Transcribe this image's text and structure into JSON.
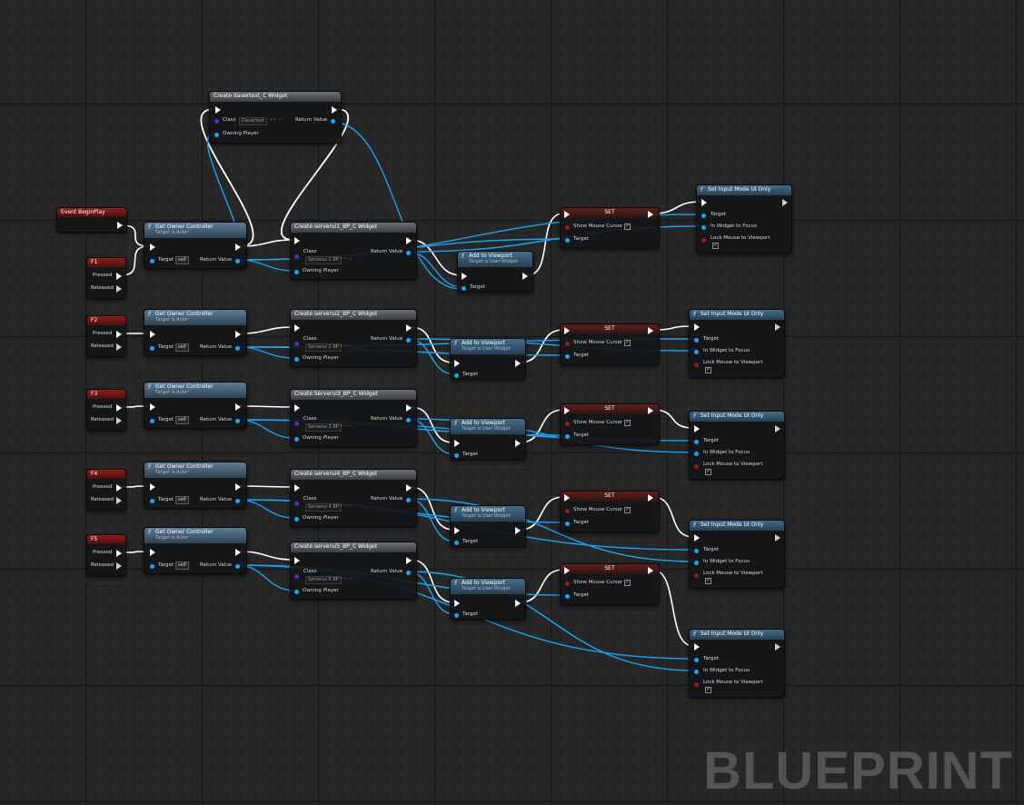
{
  "watermark": "BLUEPRINT",
  "colors": {
    "exec_wire": "#ffffff",
    "object_wire": "#1ca2f0",
    "bool_pin": "#9a1d1d",
    "class_pin": "#5c2ab8"
  },
  "event": {
    "title": "Event BeginPlay"
  },
  "keys": [
    {
      "title": "F1",
      "pressed": "Pressed",
      "released": "Released"
    },
    {
      "title": "F2",
      "pressed": "Pressed",
      "released": "Released"
    },
    {
      "title": "F3",
      "pressed": "Pressed",
      "released": "Released"
    },
    {
      "title": "F4",
      "pressed": "Pressed",
      "released": "Released"
    },
    {
      "title": "F5",
      "pressed": "Pressed",
      "released": "Released"
    }
  ],
  "get_owner": {
    "title": "Get Owner Controller",
    "subtitle": "Target is Actor",
    "target": "Target",
    "self": "self",
    "return": "Return Value"
  },
  "create_top": {
    "title": "Create dauertext_C Widget",
    "class_label": "Class",
    "class_value": "Dauertext",
    "owning": "Owning Player",
    "return": "Return Value"
  },
  "create_widgets": [
    {
      "title": "Create serverui1_BP_C Widget",
      "class_value": "Serverui 1 BP"
    },
    {
      "title": "Create serverui2_BP_C Widget",
      "class_value": "Serverui 2 BP"
    },
    {
      "title": "Create Serverui3_BP_C Widget",
      "class_value": "Serverui 3 BP"
    },
    {
      "title": "Create serverui4_BP_C Widget",
      "class_value": "Serverui 4 BP"
    },
    {
      "title": "Create serverui5_BP_C Widget",
      "class_value": "Serverui 5 BP"
    }
  ],
  "create_common": {
    "class_label": "Class",
    "owning": "Owning Player",
    "return": "Return Value"
  },
  "add_viewport": {
    "title": "Add to Viewport",
    "subtitle": "Target is User Widget",
    "target": "Target"
  },
  "set_node": {
    "title": "SET",
    "show_cursor": "Show Mouse Cursor",
    "target": "Target"
  },
  "input_mode": {
    "title": "Set Input Mode UI Only",
    "target": "Target",
    "focus": "In Widget to Focus",
    "lock": "Lock Mouse to Viewport"
  }
}
